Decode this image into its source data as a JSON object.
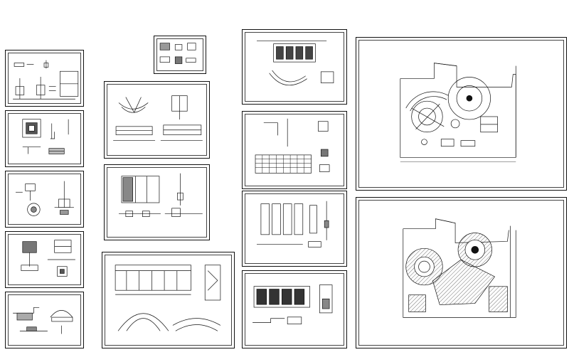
{
  "canvas": {
    "background": "#ffffff",
    "line_color": "#111111"
  },
  "sheets": [
    {
      "id": "s1",
      "content": "detail-sections"
    },
    {
      "id": "s2",
      "content": "square-detail-plan"
    },
    {
      "id": "s3",
      "content": "column-footing-details"
    },
    {
      "id": "s4",
      "content": "foundation-details"
    },
    {
      "id": "s5",
      "content": "wall-footing-details"
    },
    {
      "id": "s6",
      "content": "small-details"
    },
    {
      "id": "s7",
      "content": "arc-and-elevation"
    },
    {
      "id": "s8",
      "content": "plan-and-sections"
    },
    {
      "id": "s9",
      "content": "elevation-and-arc-plans"
    },
    {
      "id": "s10",
      "content": "facade-elevation"
    },
    {
      "id": "s11",
      "content": "screen-elevation-detail"
    },
    {
      "id": "s12",
      "content": "panel-elevations"
    },
    {
      "id": "s13",
      "content": "front-elevation-details"
    },
    {
      "id": "s14",
      "content": "floor-plan-layout"
    },
    {
      "id": "s15",
      "content": "floor-paving-plan"
    }
  ]
}
